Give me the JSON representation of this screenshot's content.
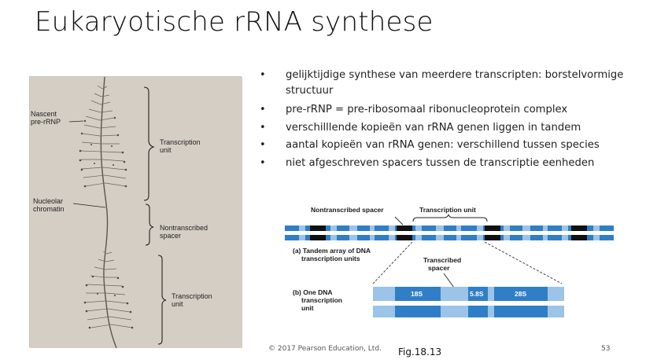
{
  "slide": {
    "title": "Eukaryotische rRNA synthese",
    "bullets": [
      "gelijktijdige synthese van meerdere transcripten: borstelvormige structuur",
      "pre-rRNP = pre-ribosomaal ribonucleoprotein complex",
      "verschilllende kopieën van rRNA genen liggen in tandem",
      "aantal kopieën van rRNA genen: verschillend tussen species",
      "niet afgeschreven spacers tussen de transcriptie eenheden"
    ],
    "bullet_symbol": "•"
  },
  "micrograph": {
    "labels": {
      "nascent_line1": "Nascent",
      "nascent_line2": "pre-rRNP",
      "transcription_unit_top_line1": "Transcription",
      "transcription_unit_top_line2": "unit",
      "nucleolar_line1": "Nucleolar",
      "nucleolar_line2": "chromatin",
      "nontranscribed_line1": "Nontranscribed",
      "nontranscribed_line2": "spacer",
      "transcription_unit_bottom_line1": "Transcription",
      "transcription_unit_bottom_line2": "unit"
    },
    "background_color": "#d6d0c6"
  },
  "dna_figure": {
    "nontranscribed_spacer": "Nontranscribed spacer",
    "transcription_unit": "Transcription unit",
    "panel_a_line1": "(a) Tandem array of DNA",
    "panel_a_line2": "transcription units",
    "transcribed_spacer_line1": "Transcribed",
    "transcribed_spacer_line2": "spacer",
    "panel_b_line1": "(b) One DNA",
    "panel_b_line2": "transcription",
    "panel_b_line3": "unit",
    "seg_18s": "18S",
    "seg_58s": "5.8S",
    "seg_28s": "28S",
    "colors": {
      "dark_blue": "#2f7ec6",
      "light_blue": "#9cc3e8",
      "black": "#111111"
    }
  },
  "footer": {
    "copyright": "© 2017 Pearson Education, Ltd.",
    "figure_ref": "Fig.18.13",
    "page_number": "53"
  }
}
